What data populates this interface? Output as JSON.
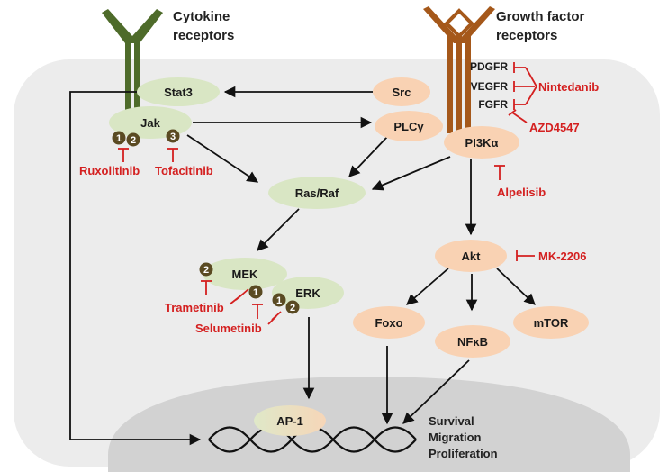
{
  "colors": {
    "cell_bg": "#ececec",
    "nucleus_bg": "#d2d2d2",
    "cytokine_receptor": "#4e6b2a",
    "growth_receptor": "#a5581a",
    "green_node": "#d9e6c4",
    "orange_node": "#f9d2b3",
    "badge": "#5a4a22",
    "inhibitor": "#d42020",
    "arrow": "#111111"
  },
  "labels": {
    "cytokine": [
      "Cytokine",
      "receptors"
    ],
    "growth": [
      "Growth factor",
      "receptors"
    ],
    "outcomes": [
      "Survival",
      "Migration",
      "Proliferation"
    ]
  },
  "nodes": {
    "stat3": "Stat3",
    "jak": "Jak",
    "src": "Src",
    "plcg": "PLCγ",
    "pi3k": "PI3Kα",
    "rasraf": "Ras/Raf",
    "mek": "MEK",
    "erk": "ERK",
    "akt": "Akt",
    "foxo": "Foxo",
    "nfkb": "NFκB",
    "mtor": "mTOR",
    "ap1": "AP-1"
  },
  "receptors": [
    "PDGFR",
    "VEGFR",
    "FGFR"
  ],
  "badges": {
    "jak": [
      "1",
      "2",
      "3"
    ],
    "mek": [
      "2",
      "1"
    ],
    "erk": [
      "1",
      "2"
    ]
  },
  "drugs": {
    "nintedanib": "Nintedanib",
    "azd4547": "AZD4547",
    "alpelisib": "Alpelisib",
    "mk2206": "MK-2206",
    "ruxolitinib": "Ruxolitinib",
    "tofacitinib": "Tofacitinib",
    "trametinib": "Trametinib",
    "selumetinib": "Selumetinib"
  }
}
